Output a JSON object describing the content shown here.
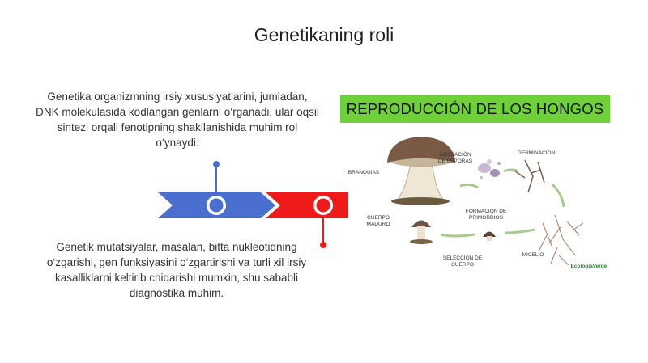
{
  "slide": {
    "title": "Genetikaning roli",
    "paragraph_1": "Genetika organizmning irsiy xususiyatlarini, jumladan, DNK molekulasida kodlangan genlarni o‘rganadi, ular oqsil sintezi orqali fenotipning shakllanishida muhim rol o‘ynaydi.",
    "paragraph_2": "Genetik mutatsiyalar, masalan, bitta nukleotidning o‘zgarishi, gen funksiyasini o‘zgartirishi va turli xil irsiy kasalliklarni keltirib chiqarishi mumkin, shu sababli diagnostika muhim."
  },
  "timeline": {
    "colors": {
      "blue": "#4a6fd1",
      "red": "#ef1a1a",
      "connector": "#4a6fd1"
    }
  },
  "infographic": {
    "banner": "REPRODUCCIÓN DE LOS HONGOS",
    "banner_color": "#6fd13a",
    "labels": {
      "branquias": "BRANQUIAS",
      "liberacion": "LIBERACIÓN DE ESPORAS",
      "germinacion": "GERMINACIÓN",
      "formacion": "FORMACIÓN DE PRIMORDIOS",
      "cuerpo_maduro": "CUERPO MADURO",
      "seleccion": "SELECCIÓN DE CUERPO",
      "micelio": "MICELIO",
      "logo": "EcologíaVerde"
    }
  }
}
